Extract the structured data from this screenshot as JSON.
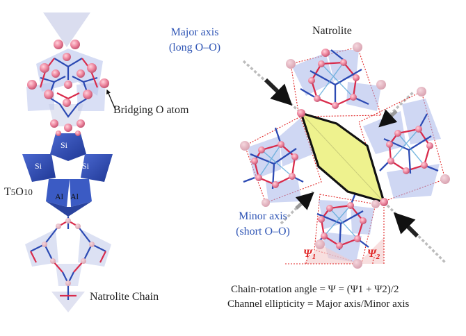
{
  "left_panel": {
    "bridging_label": "Bridging O atom",
    "si_top": "Si",
    "si_left": "Si",
    "si_right": "Si",
    "al_left": "Al",
    "al_right": "Al",
    "formula": {
      "t": "T",
      "t_sub": "5",
      "o": "O",
      "o_sub": "10"
    },
    "chain_label": "Natrolite Chain"
  },
  "right_panel": {
    "title": "Natrolite",
    "major_axis": {
      "line1": "Major axis",
      "line2": "(long O–O)"
    },
    "minor_axis": {
      "line1": "Minor axis",
      "line2": "(short O–O)"
    },
    "psi1": {
      "sym": "Ψ",
      "sub": "1"
    },
    "psi2": {
      "sym": "Ψ",
      "sub": "2"
    },
    "equation1": "Chain-rotation angle = Ψ = (Ψ1 + Ψ2)/2",
    "equation2": "Channel ellipticity = Major axis/Minor axis"
  },
  "colors": {
    "oxygen": "#e57c95",
    "bond_red": "#d92b4b",
    "bond_blue": "#2c4ab3",
    "tetra_fill": "#9fb0e3",
    "dark_blue": "#2d47ad",
    "channel_fill": "#eef28e",
    "label_blue": "#2f55b5",
    "dotted_red": "#e02525"
  }
}
